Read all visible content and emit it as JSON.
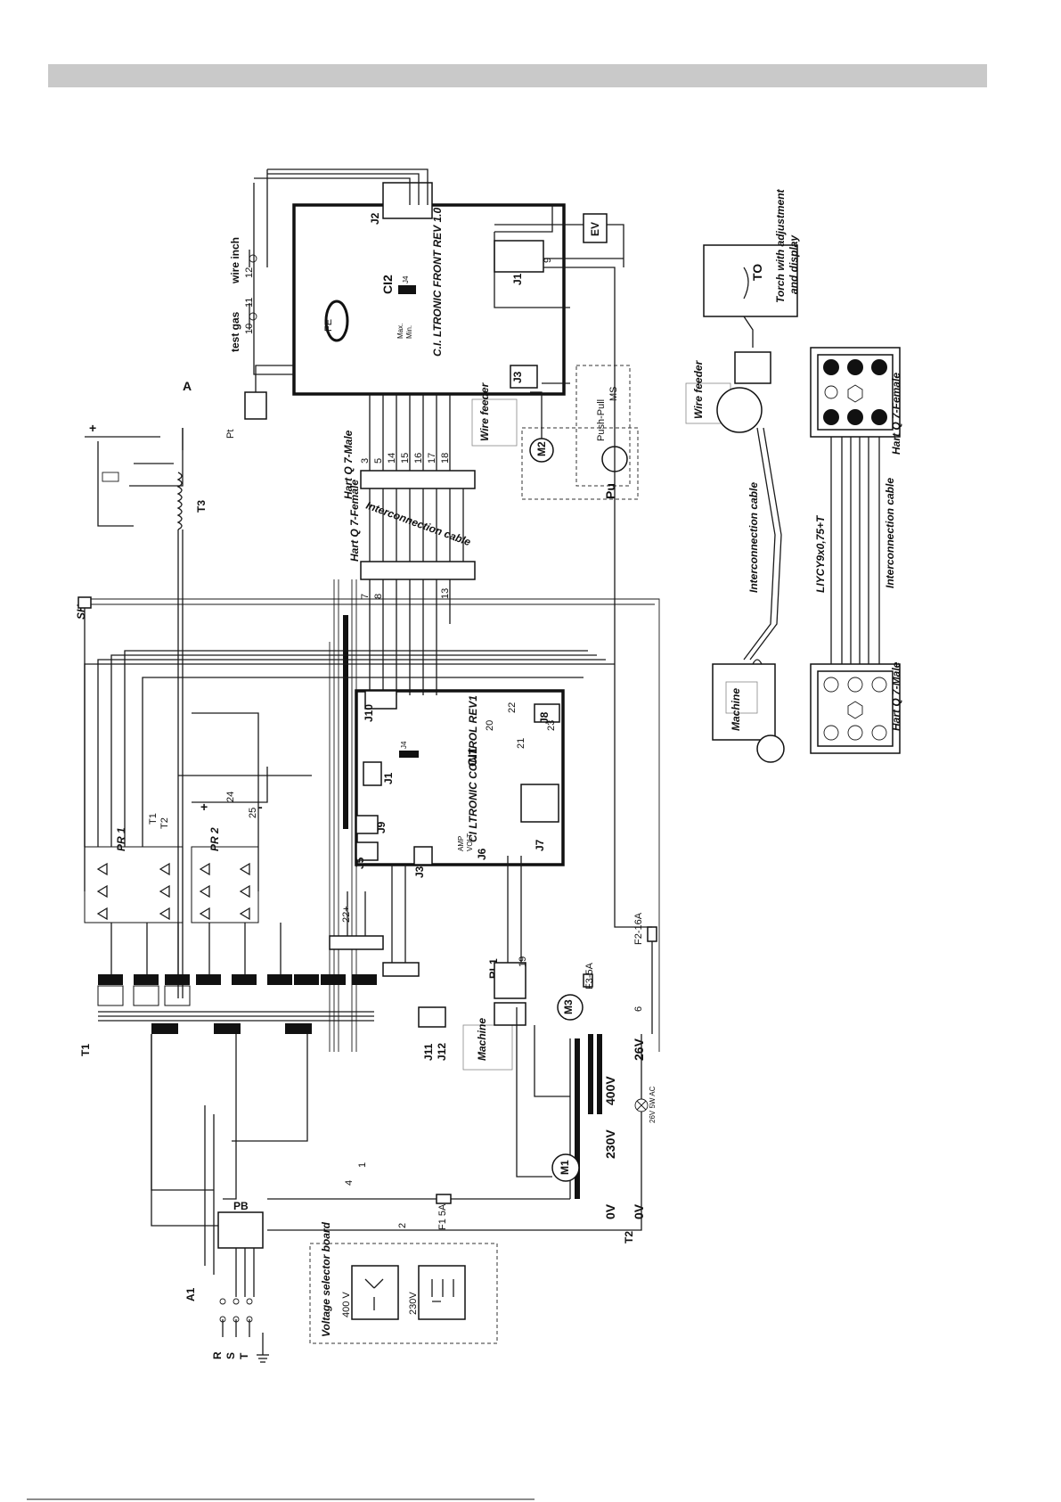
{
  "components": {
    "ci2_ref": "CI2",
    "ci2_name": "C.I. LTRONIC FRONT REV 1.0",
    "ci1_ref": "CI1",
    "ci1_name": "CI LTRONIC CONTROL REV1",
    "fe": "FE",
    "max": "Max.",
    "min": "Min.",
    "t1": "T1",
    "t2": "T2",
    "t3": "T3",
    "pr1": "PR 1",
    "pr2": "PR 2",
    "rl1": "RL1",
    "pb": "PB",
    "a1": "A1",
    "sh": "SH",
    "pt": "Pt",
    "ev": "EV",
    "m1": "M1",
    "m2": "M2",
    "m3": "M3",
    "ms": "MS",
    "pu": "Pu",
    "to": "TO",
    "f1": "F1 5A",
    "f2": "F2-16A",
    "f3": "F3-5A",
    "cap_a": "A"
  },
  "connectors": {
    "j1": "J1",
    "j2": "J2",
    "j3_front": "J3",
    "j4a": "J4",
    "j3_ctrl": "J3",
    "j4b": "J4",
    "j5": "J5",
    "j6": "J6",
    "j7": "J7",
    "j8": "J8",
    "j9": "J9",
    "j10": "J10",
    "j11": "J11",
    "j12": "J12"
  },
  "labels": {
    "test_gas": "test gas",
    "wire_inch": "wire inch",
    "wire_feeder_1": "Wire feeder",
    "wire_feeder_2": "Wire feeder",
    "machine_1": "Machine",
    "machine_2": "Machine",
    "push_pull": "Push-Pull",
    "hart_female_1": "Hart Q 7-Female",
    "hart_male_1": "Hart Q 7-Male",
    "hart_female_2": "Hart Q 7-Female",
    "hart_male_2": "Hart Q 7-Male",
    "interconnection_1": "Interconnection cable",
    "interconnection_2": "Interconnection cable",
    "interconnection_3": "Interconnection cable",
    "liycy": "LIYCY9x0,75+T",
    "torch_line1": "Torch with adjustment",
    "torch_line2": "and display",
    "voltage_selector": "Voltage selector board",
    "v400": "400 V",
    "v230": "230V",
    "amp": "AMP",
    "volt": "VOLT",
    "plus": "+",
    "minus": "-"
  },
  "transformer_t2": {
    "v400": "400V",
    "v230": "230V",
    "v26": "26V",
    "ov1": "0V",
    "ov2": "0V",
    "lamp": "26V 5W AC"
  },
  "mains": {
    "r": "R",
    "s": "S",
    "t": "T"
  },
  "wire_numbers": [
    "3",
    "5",
    "14",
    "15",
    "16",
    "17",
    "18",
    "7",
    "8",
    "13",
    "24",
    "25",
    "20",
    "22",
    "21",
    "23",
    "19",
    "22+",
    "1",
    "2",
    "4",
    "6",
    "9",
    "10",
    "11",
    "12"
  ],
  "colors": {
    "line": "#1a1a1a",
    "header_bar": "#c9c9c9",
    "block": "#111111"
  }
}
